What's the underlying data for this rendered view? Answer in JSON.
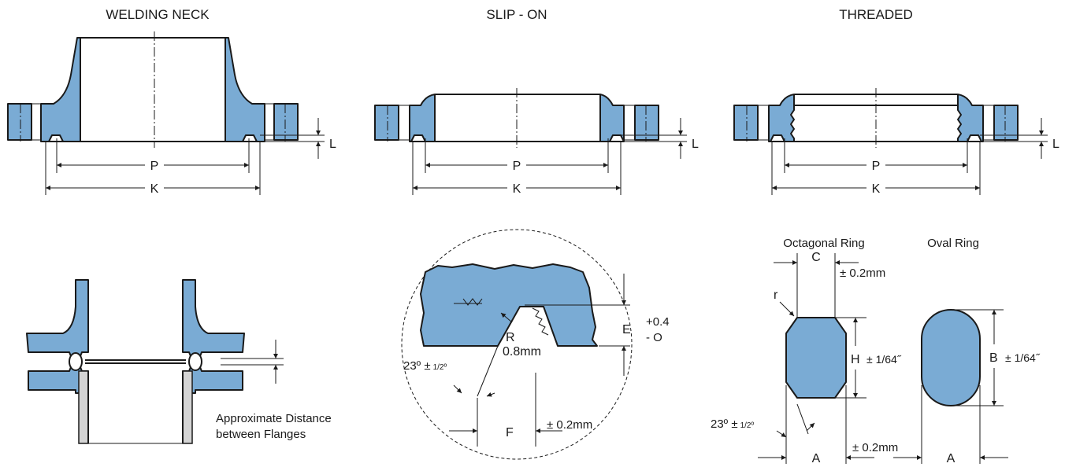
{
  "titles": {
    "welding_neck": "WELDING NECK",
    "slip_on": "SLIP - ON",
    "threaded": "THREADED"
  },
  "dims": {
    "p": "P",
    "k": "K",
    "l": "L"
  },
  "assembly": {
    "caption_line1": "Approximate Distance",
    "caption_line2": "between Flanges"
  },
  "groove": {
    "e_label": "E",
    "e_tol_plus": "+0.4",
    "e_tol_minus": "- O",
    "r_label": "R",
    "r_value": "0.8mm",
    "angle_base": "23º ±",
    "angle_frac": "1/2º",
    "f_label": "F",
    "f_tol": "± 0.2mm"
  },
  "rings": {
    "octagonal_title": "Octagonal Ring",
    "oval_title": "Oval Ring",
    "c_label": "C",
    "c_tol": "± 0.2mm",
    "r_label": "r",
    "h_label": "H",
    "h_tol": "± 1/64˝",
    "b_label": "B",
    "b_tol": "± 1/64˝",
    "angle_base": "23º ±",
    "angle_frac": "1/2º",
    "a_label_1": "A",
    "a_tol": "± 0.2mm",
    "a_label_2": "A"
  },
  "colors": {
    "steel_blue": "#7aabd4",
    "outline": "#1a1a1a",
    "gasket_grey": "#d4d4d4"
  }
}
